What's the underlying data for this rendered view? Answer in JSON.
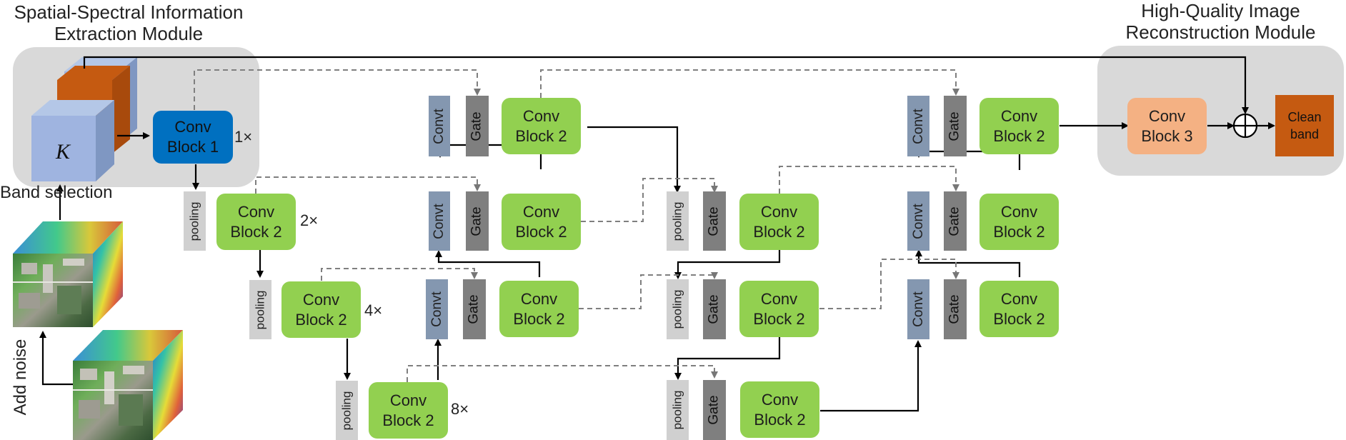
{
  "modules": {
    "spatial_title_line1": "Spatial-Spectral Information",
    "spatial_title_line2": "Extraction Module",
    "recon_title_line1": "High-Quality Image",
    "recon_title_line2": "Reconstruction Module"
  },
  "inputs": {
    "cube_letter": "K",
    "band_selection": "Band selection",
    "add_noise": "Add noise"
  },
  "blocks": {
    "conv_block_1": [
      "Conv",
      "Block 1"
    ],
    "conv_block_2": [
      "Conv",
      "Block 2"
    ],
    "conv_block_3": [
      "Conv",
      "Block 3"
    ],
    "clean_band": [
      "Clean",
      "band"
    ],
    "convt": "Convt",
    "gate": "Gate",
    "pooling": "pooling"
  },
  "multipliers": [
    "1×",
    "2×",
    "4×",
    "8×"
  ],
  "colors": {
    "conv_block_1": "#0070c0",
    "conv_block_2": "#92d050",
    "conv_block_3": "#f4b183",
    "clean_band": "#c55a11",
    "convt": "#8497b0",
    "gate": "#7f7f7f",
    "pooling": "#d0d0d0",
    "module_background": "#d9d9d9"
  }
}
